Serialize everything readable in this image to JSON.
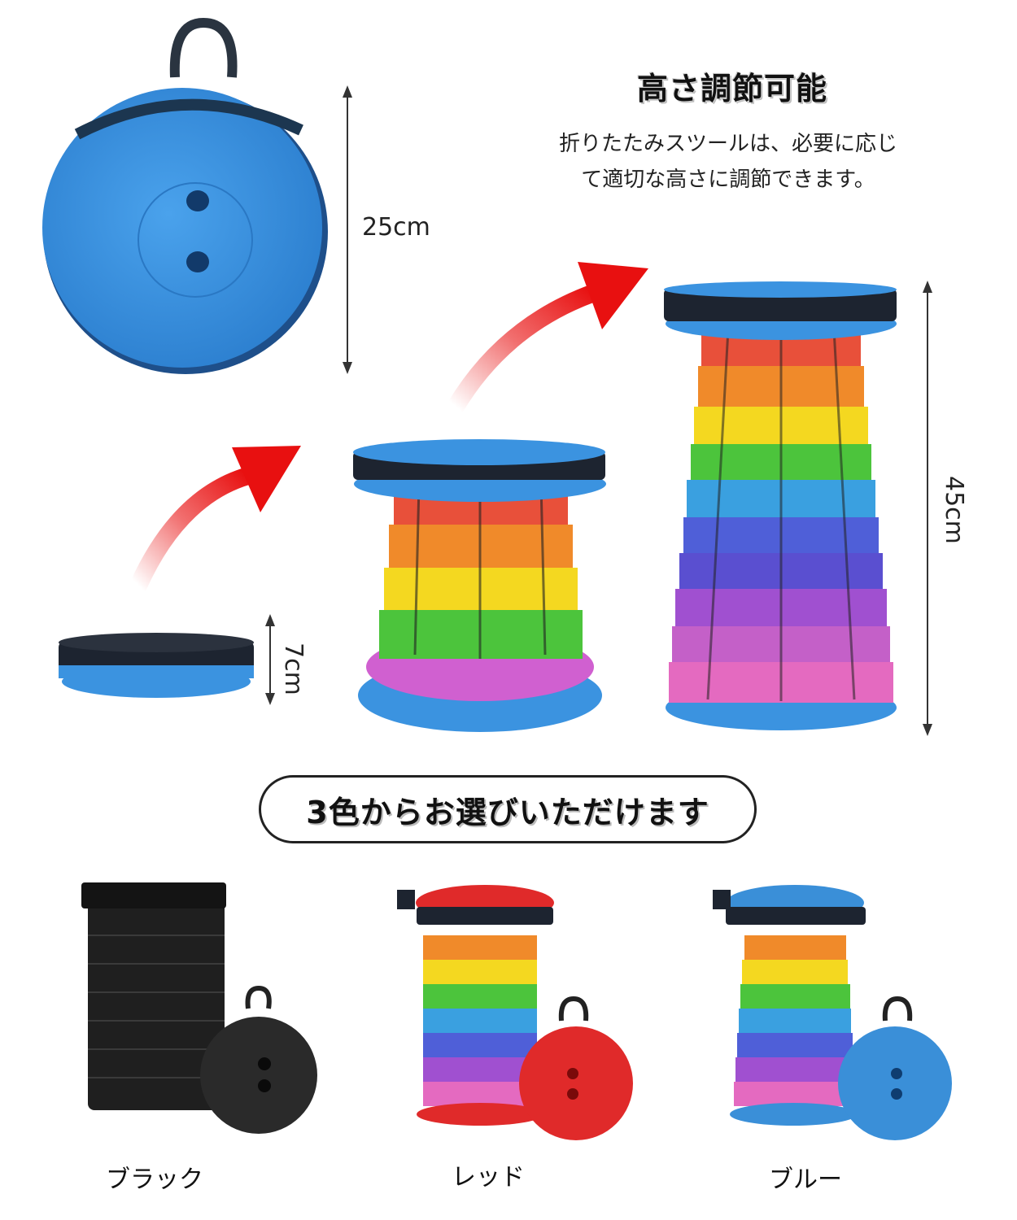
{
  "headline": "高さ調節可能",
  "description_line1": "折りたたみスツールは、必要に応じ",
  "description_line2": "て適切な高さに調節できます。",
  "dimensions": {
    "diameter": "25cm",
    "folded_height": "7cm",
    "extended_height": "45cm"
  },
  "color_choice_banner": "3色からお選びいただけます",
  "colors": [
    {
      "label": "ブラック",
      "hex": "#1f1f1f"
    },
    {
      "label": "レッド",
      "hex": "#e02a2a"
    },
    {
      "label": "ブルー",
      "hex": "#3a8fd8"
    }
  ],
  "palette": {
    "seat_blue": "#3b93e0",
    "arrow_red": "#e81010",
    "rainbow": [
      "#e8503a",
      "#f08a2a",
      "#f4d820",
      "#4cc43c",
      "#3aa0e0",
      "#4f5fd8",
      "#7a4fd0",
      "#b050d0",
      "#e46ac0"
    ]
  }
}
